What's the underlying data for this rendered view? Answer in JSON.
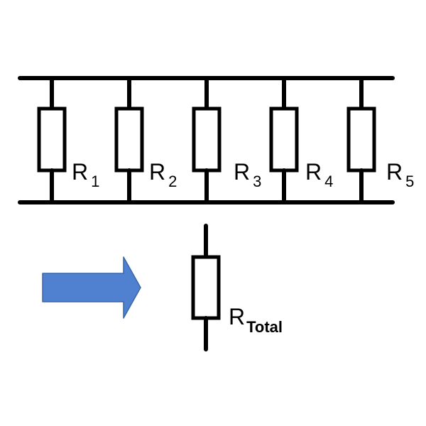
{
  "parallel_resistors": [
    {
      "letter": "R",
      "subscript": "1"
    },
    {
      "letter": "R",
      "subscript": "2"
    },
    {
      "letter": "R",
      "subscript": "3"
    },
    {
      "letter": "R",
      "subscript": "4"
    },
    {
      "letter": "R",
      "subscript": "5"
    }
  ],
  "equivalent_resistor": {
    "letter": "R",
    "subscript": "Total"
  },
  "colors": {
    "line": "#000000",
    "arrow_fill": "#4f81d0",
    "arrow_stroke": "#3a66a8"
  }
}
